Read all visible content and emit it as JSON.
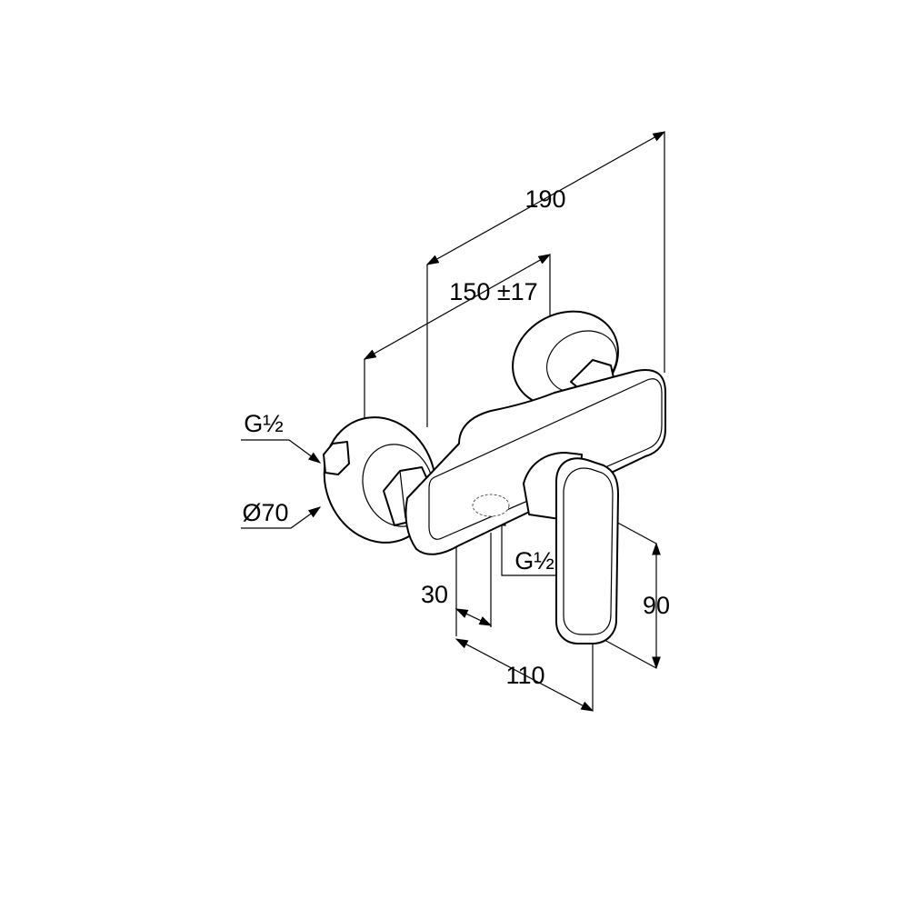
{
  "drawing": {
    "type": "technical-dimension-drawing",
    "subject": "wall-mounted single-lever shower mixer"
  },
  "dimensions": {
    "overall_depth": "190",
    "connection_spacing": "150 ±17",
    "inlet_thread": "G½",
    "rosette_diameter": "Ø70",
    "outlet_thread": "G½",
    "outlet_offset": "30",
    "body_to_lever": "110",
    "lever_height": "90"
  },
  "colors": {
    "line": "#000000",
    "background": "#ffffff"
  }
}
